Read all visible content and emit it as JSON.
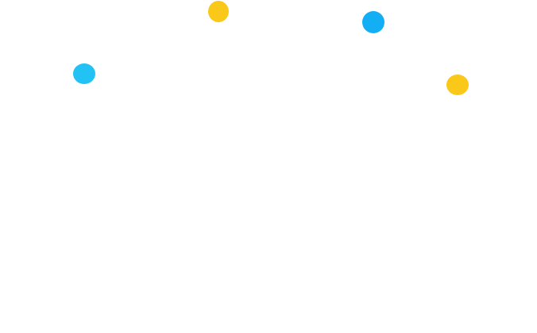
{
  "canvas": {
    "background": "#ffffff"
  },
  "dots": [
    {
      "name": "blue-dot",
      "color": "#22c2f5"
    },
    {
      "name": "yellow-dot",
      "color": "#f9c819"
    },
    {
      "name": "blue-dot",
      "color": "#13aef3"
    },
    {
      "name": "yellow-dot",
      "color": "#f9c819"
    }
  ]
}
